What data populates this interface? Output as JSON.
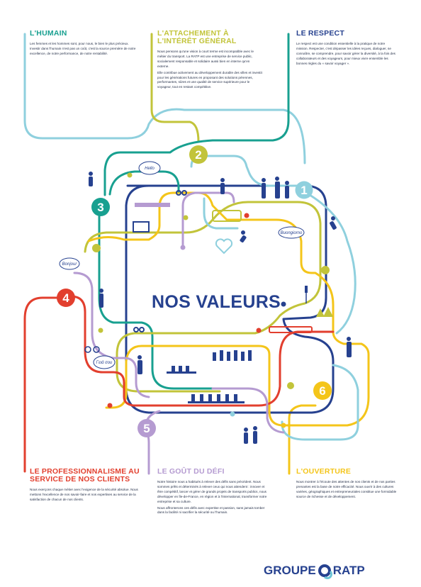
{
  "poster_title": "NOS VALEURS",
  "brand": {
    "part1": "GROUPE",
    "part2": "RATP"
  },
  "colors": {
    "navy": "#26418f",
    "teal": "#18a090",
    "cyan": "#8fd0de",
    "olive": "#c2c43a",
    "yellow": "#f4c51a",
    "red": "#e23f2e",
    "lilac": "#b59bd1",
    "dark": "#1f2a44"
  },
  "values": [
    {
      "number": "1",
      "title": "L'HUMAIN",
      "color": "#18a090",
      "text": [
        "Les femmes et les hommes sont, pour nous, le bien le plus précieux. Investir dans l'humain n'est pas un coût, c'est la source première de notre excellence, de notre performance, de notre rentabilité."
      ]
    },
    {
      "number": "2",
      "title_line1": "L'ATTACHEMENT À",
      "title_line2": "L'INTÉRÊT GÉNÉRAL",
      "color": "#c2c43a",
      "text": [
        "Nous pensons qu'une vision à court terme est incompatible avec le métier du transport. La RATP est une entreprise de service public, socialement responsable et solidaire aussi bien en interne qu'en externe.",
        "Elle contribue activement au développement durable des villes et investit pour les générations futures en proposant des solutions pérennes, performantes, sûres et une qualité de service supérieure pour le voyageur, tout en restant compétitive."
      ]
    },
    {
      "number": "3",
      "title": "LE RESPECT",
      "color": "#26418f",
      "text": [
        "Le respect est une condition essentielle à la pratique de notre mission. Respecter, c'est dépasser les idées reçues, dialoguer, se connaître, se comprendre, pour savoir gérer la diversité, à la fois des collaborateurs et des voyageurs, pour mieux vivre ensemble les bonnes règles du « savoir voyager »."
      ]
    },
    {
      "number": "4",
      "title_line1": "LE PROFESSIONNALISME AU",
      "title_line2": "SERVICE DE NOS CLIENTS",
      "color": "#e23f2e",
      "text": [
        "Nous exerçons chaque métier avec l'exigence de la sécurité absolue. Nous mettons l'excellence de nos savoir-faire et nos expertises au service de la satisfaction de chacun de nos clients."
      ]
    },
    {
      "number": "5",
      "title": "LE GOÛT DU DÉFI",
      "color": "#b59bd1",
      "text": [
        "Notre histoire nous a habitués à relever des défis sans précédent. Nous sommes prêts et déterminés à relever ceux qui nous attendent : innover et être compétitif, lancer et gérer de grands projets de transports publics, nous développer en Île-de-France, en région et à l'international, transformer notre entreprise et sa culture.",
        "Nous affronterons ces défis avec expertise et passion, sans jamais tomber dans la facilité ni sacrifier la sécurité ou l'humain."
      ]
    },
    {
      "number": "6",
      "title": "L'OUVERTURE",
      "color": "#f4c51a",
      "text": [
        "Nous montrer à l'écoute des attentes de nos clients et de nos parties prenantes est la base de notre efficacité. Nous ouvrir à des cultures variées, géographiques et entrepreneuriales constitue une formidable source de richesse et de développement."
      ]
    }
  ],
  "bubbles": {
    "hello": "Hello",
    "bonjour": "Bonjour",
    "buongiorno": "Buongiorno",
    "yasou": "Γειά σου"
  }
}
